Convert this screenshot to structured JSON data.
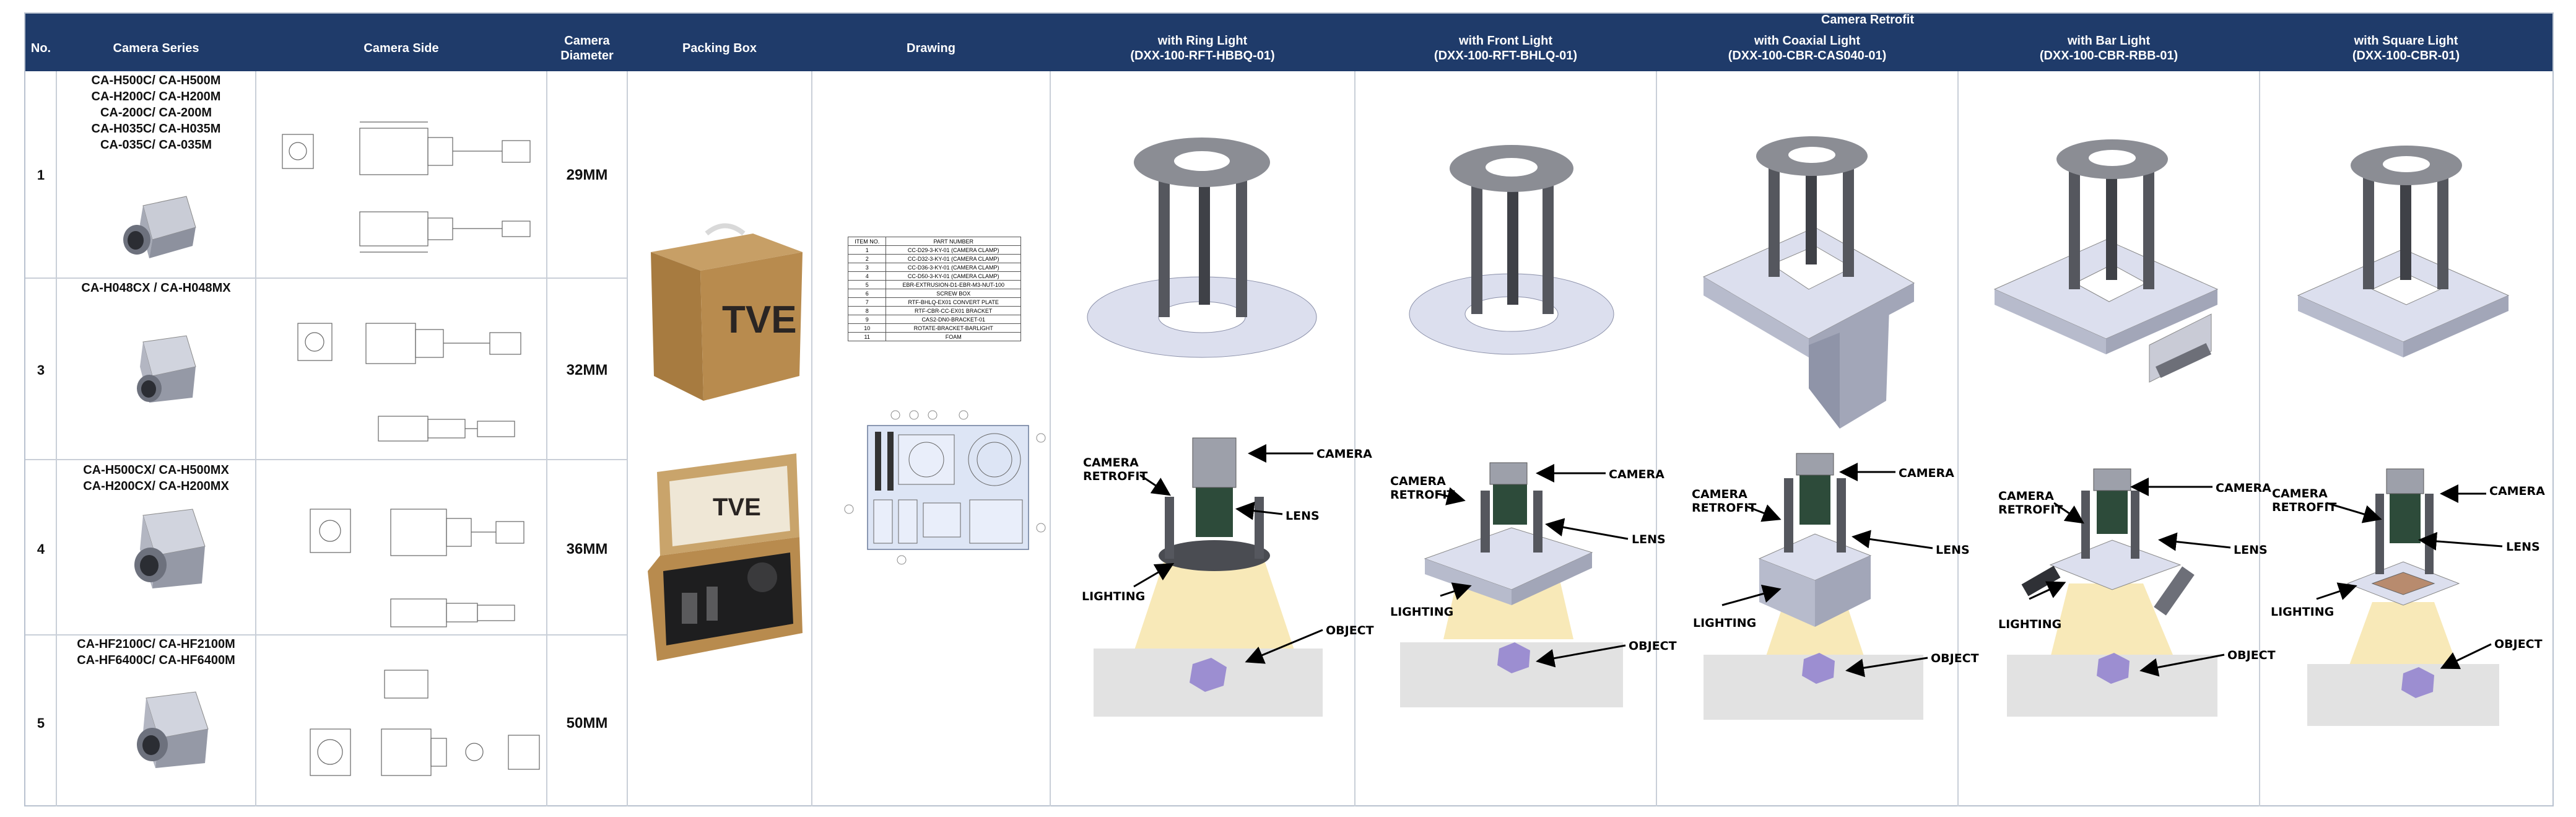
{
  "header": {
    "group_title": "Camera Retrofit",
    "columns": {
      "no": "No.",
      "series": "Camera Series",
      "side": "Camera Side",
      "diameter": [
        "Camera",
        "Diameter"
      ],
      "box": "Packing Box",
      "drawing": "Drawing"
    },
    "retrofits": [
      {
        "line1": "with Ring Light",
        "line2": "(DXX-100-RFT-HBBQ-01)"
      },
      {
        "line1": "with Front Light",
        "line2": "(DXX-100-RFT-BHLQ-01)"
      },
      {
        "line1": "with Coaxial Light",
        "line2": "(DXX-100-CBR-CAS040-01)"
      },
      {
        "line1": "with Bar Light",
        "line2": "(DXX-100-CBR-RBB-01)"
      },
      {
        "line1": "with Square Light",
        "line2": "(DXX-100-CBR-01)"
      }
    ]
  },
  "rows": [
    {
      "no": "1",
      "series": [
        "CA-H500C/ CA-H500M",
        "CA-H200C/ CA-H200M",
        "CA-200C/ CA-200M",
        "CA-H035C/ CA-H035M",
        "CA-035C/ CA-035M"
      ],
      "diameter": "29MM"
    },
    {
      "no": "3",
      "series": [
        "CA-H048CX / CA-H048MX"
      ],
      "diameter": "32MM"
    },
    {
      "no": "4",
      "series": [
        "CA-H500CX/ CA-H500MX",
        "CA-H200CX/ CA-H200MX"
      ],
      "diameter": "36MM"
    },
    {
      "no": "5",
      "series": [
        "CA-HF2100C/ CA-HF2100M",
        "CA-HF6400C/ CA-HF6400M"
      ],
      "diameter": "50MM"
    }
  ],
  "parts_table": {
    "headers": [
      "ITEM NO.",
      "PART NUMBER"
    ],
    "rows": [
      [
        "1",
        "CC-D29-3-KY-01 (CAMERA CLAMP)"
      ],
      [
        "2",
        "CC-D32-3-KY-01 (CAMERA CLAMP)"
      ],
      [
        "3",
        "CC-D36-3-KY-01 (CAMERA CLAMP)"
      ],
      [
        "4",
        "CC-D50-3-KY-01 (CAMERA CLAMP)"
      ],
      [
        "5",
        "EBR-EXTRUSION-D1-EBR-M3-NUT-100"
      ],
      [
        "6",
        "SCREW BOX"
      ],
      [
        "7",
        "RTF-BHLQ-EX01 CONVERT PLATE"
      ],
      [
        "8",
        "RTF-CBR-CC-EX01 BRACKET"
      ],
      [
        "9",
        "CAS2-DN0-BRACKET-01"
      ],
      [
        "10",
        "ROTATE-BRACKET-BARLIGHT"
      ],
      [
        "11",
        "FOAM"
      ]
    ]
  },
  "box_brand": "TVE",
  "callouts": {
    "camera": "CAMERA",
    "retrofit": [
      "CAMERA",
      "RETROFIT"
    ],
    "lens": "LENS",
    "lighting": "LIGHTING",
    "object": "OBJECT"
  },
  "colors": {
    "header_bg": "#1f3b6a",
    "header_text": "#ffffff",
    "plate": "#dcdfee",
    "box": "#b58a4e",
    "beam": "#f6e4a6",
    "object": "#9c8ed1"
  }
}
